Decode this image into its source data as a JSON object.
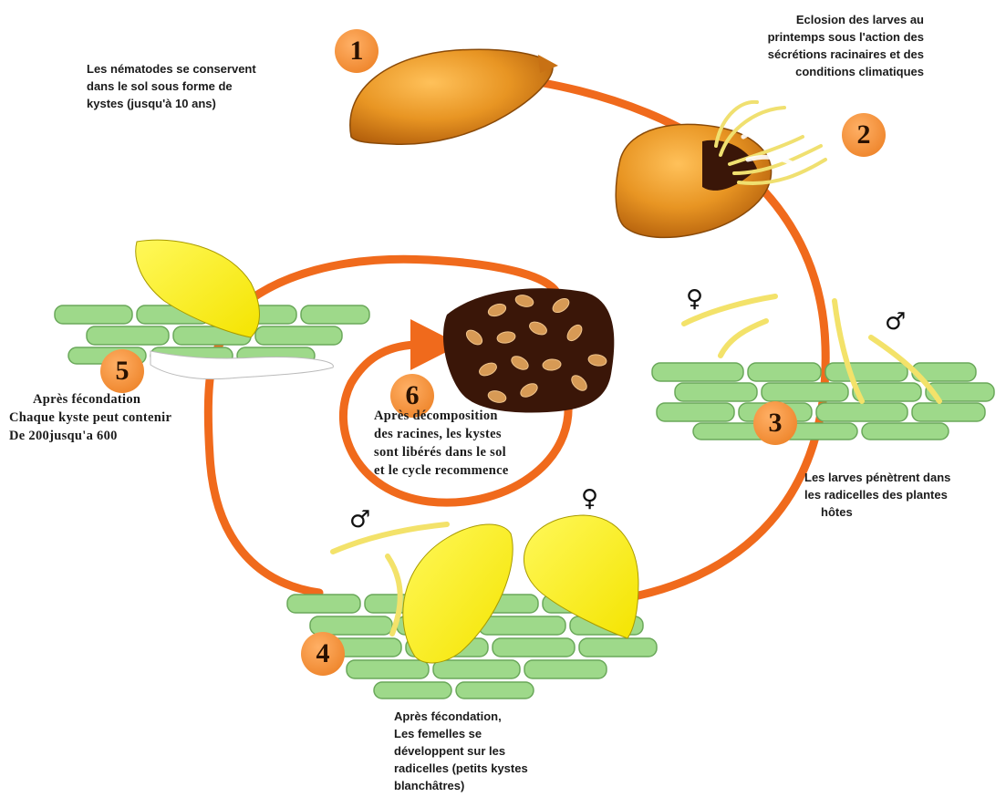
{
  "colors": {
    "cycle_arrow": "#f06a1c",
    "cyst_fill": "#e79a23",
    "badge_fill": "#f5892c",
    "root_cell": "#9ed98a",
    "female_body": "#fff01a",
    "larva": "#f3e26a",
    "soil": "#3a1608",
    "seed": "#d79a55"
  },
  "icons": {
    "female_symbol": "♀",
    "male_symbol": "♂"
  },
  "steps": [
    {
      "num": "1",
      "lines": [
        "Les nématodes se conservent",
        "dans le sol sous forme de",
        "kystes (jusqu'à 10 ans)"
      ]
    },
    {
      "num": "2",
      "lines": [
        "Eclosion des larves au",
        "printemps sous l'action des",
        "sécrétions racinaires et des",
        "conditions climatiques"
      ]
    },
    {
      "num": "3",
      "lines": [
        "Les larves pénètrent dans",
        "les radicelles des plantes",
        "hôtes"
      ]
    },
    {
      "num": "4",
      "lines": [
        "Après fécondation,",
        "Les femelles se",
        "développent sur les",
        "radicelles (petits kystes",
        "blanchâtres)"
      ]
    },
    {
      "num": "5",
      "lines": [
        "Après fécondation",
        "Chaque kyste peut contenir",
        "De 200jusqu'a 600"
      ]
    },
    {
      "num": "6",
      "lines": [
        "Après  décomposition",
        "des  racines, les kystes",
        "sont libérés dans le sol",
        "et le cycle recommence"
      ]
    }
  ]
}
